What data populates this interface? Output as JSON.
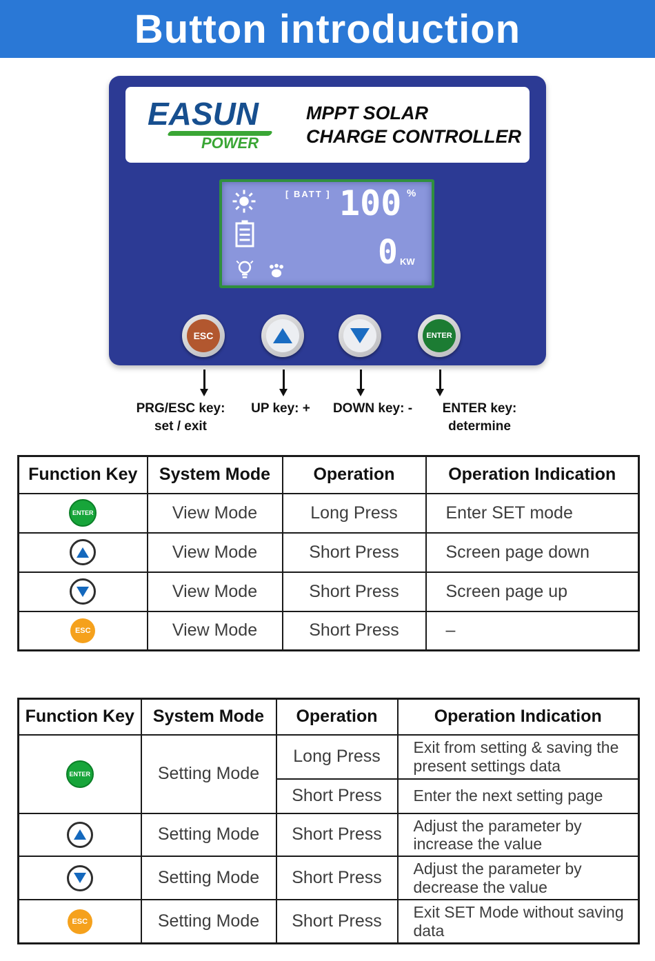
{
  "banner": {
    "title": "Button introduction"
  },
  "device": {
    "logo": {
      "easun": "EASUN",
      "power": "POWER"
    },
    "product_line1": "MPPT SOLAR",
    "product_line2": "CHARGE CONTROLLER",
    "lcd": {
      "batt": "[ BATT ]",
      "soc": "100",
      "soc_unit": "%",
      "power": "0",
      "power_unit": "KW"
    },
    "buttons": {
      "esc": "ESC",
      "enter": "ENTER"
    }
  },
  "key_labels": [
    {
      "line1": "PRG/ESC key:",
      "line2": "set / exit"
    },
    {
      "line1": "UP key: +",
      "line2": ""
    },
    {
      "line1": "DOWN key: -",
      "line2": ""
    },
    {
      "line1": "ENTER key:",
      "line2": "determine"
    }
  ],
  "icons": {
    "enter_label": "ENTER",
    "esc_label": "ESC"
  },
  "table1": {
    "headers": [
      "Function Key",
      "System Mode",
      "Operation",
      "Operation Indication"
    ],
    "rows": [
      {
        "key": "enter",
        "system_mode": "View Mode",
        "operation": "Long Press",
        "indication": "Enter SET mode"
      },
      {
        "key": "up",
        "system_mode": "View Mode",
        "operation": "Short Press",
        "indication": "Screen page down"
      },
      {
        "key": "down",
        "system_mode": "View Mode",
        "operation": "Short Press",
        "indication": "Screen page up"
      },
      {
        "key": "esc",
        "system_mode": "View Mode",
        "operation": "Short Press",
        "indication": "–"
      }
    ]
  },
  "table2": {
    "headers": [
      "Function Key",
      "System Mode",
      "Operation",
      "Operation Indication"
    ],
    "rows": [
      {
        "key": "enter",
        "system_mode": "Setting Mode",
        "operation": "Long Press",
        "indication": "Exit from setting & saving the present settings data"
      },
      {
        "operation": "Short Press",
        "indication": "Enter the next setting page"
      },
      {
        "key": "up",
        "system_mode": "Setting Mode",
        "operation": "Short Press",
        "indication": "Adjust the parameter by increase the value"
      },
      {
        "key": "down",
        "system_mode": "Setting Mode",
        "operation": "Short Press",
        "indication": "Adjust the parameter by decrease the value"
      },
      {
        "key": "esc",
        "system_mode": "Setting Mode",
        "operation": "Short Press",
        "indication": "Exit SET Mode without saving data"
      }
    ]
  }
}
